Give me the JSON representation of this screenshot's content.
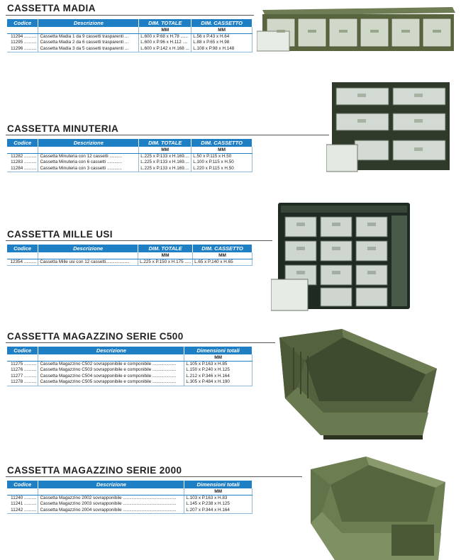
{
  "sections": [
    {
      "id": "madia",
      "title": "CASSETTA MADIA",
      "headers": [
        "Codice",
        "Descrizione",
        "DIM. TOTALE",
        "DIM. CASSETTO"
      ],
      "units": [
        "",
        "",
        "MM",
        "MM"
      ],
      "rows": [
        [
          "11294 ..........",
          "Cassetta Madia 1 da 9 cassetti trasparenti ...",
          "L.600 x P.68 x H.78 ......",
          "L.56 x P.43 x H.64"
        ],
        [
          "11295 ..........",
          "Cassetta Madia 2 da 6 cassetti trasparenti ...",
          "L.600 x P.96 x H.112 ....",
          "L.88 x P.65 x H.98"
        ],
        [
          "11296 ..........",
          "Cassetta Madia 3 da 5 cassetti trasparenti ...",
          "L.600 x P.142 x H.168 ...",
          "L.108 x P.98 x H.148"
        ]
      ]
    },
    {
      "id": "minuteria",
      "title": "CASSETTA MINUTERIA",
      "headers": [
        "Codice",
        "Descrizione",
        "DIM. TOTALE",
        "DIM. CASSETTO"
      ],
      "units": [
        "",
        "",
        "MM",
        "MM"
      ],
      "rows": [
        [
          "11282 ..........",
          "Cassetta Minuteria con 12 cassetti ..........",
          "L.225 x P.133 x H.169....",
          "L.50 x P.115 x H.50"
        ],
        [
          "11283 ..........",
          "Cassetta Minuteria con 6 cassetti ............",
          "L.225 x P.133 x H.169....",
          "L.100 x P.115 x H.50"
        ],
        [
          "11284 ..........",
          "Cassetta Minuteria con 3 cassetti ............",
          "L.225 x P.133 x H.169....",
          "L.220 x P.115 x H.50"
        ]
      ]
    },
    {
      "id": "milleusi",
      "title": "CASSETTA MILLE USI",
      "headers": [
        "Codice",
        "Descrizione",
        "DIM. TOTALE",
        "DIM. CASSETTO"
      ],
      "units": [
        "",
        "",
        "MM",
        "MM"
      ],
      "rows": [
        [
          "12354 ..........",
          "Cassetta Mille usi con 12 cassetti...................",
          "L.225 x P.150 x H.175 .....",
          "L.65 x P.140 x H.65"
        ]
      ]
    },
    {
      "id": "c500",
      "title": "CASSETTA MAGAZZINO SERIE C500",
      "headers": [
        "Codice",
        "Descrizione",
        "Dimensioni totali"
      ],
      "units": [
        "",
        "",
        "MM"
      ],
      "rows": [
        [
          "11275 ..........",
          "Cassetta Magazzino C502 sovrapponibile e componibile ...................",
          "L.105 x P.163 x H.85"
        ],
        [
          "11276 ..........",
          "Cassetta Magazzino C503 sovrapponibile e componibile ...................",
          "L.150 x P.240 x H.125"
        ],
        [
          "11277 ..........",
          "Cassetta Magazzino C504 sovrapponibile e componibile ...................",
          "L.212 x P.346 x H.164"
        ],
        [
          "11278 ..........",
          "Cassetta Magazzino C505 sovrapponibile e componibile ...................",
          "L.305 x P.484 x H.190"
        ]
      ]
    },
    {
      "id": "s2000",
      "title": "CASSETTA MAGAZZINO SERIE 2000",
      "headers": [
        "Codice",
        "Descrizione",
        "Dimensioni totali"
      ],
      "units": [
        "",
        "",
        "MM"
      ],
      "rows": [
        [
          "11240 ..........",
          "Cassetta Magazzino 2002 sovrapponibile ...........................................",
          "L.103 x P.163 x H.83"
        ],
        [
          "11241 ..........",
          "Cassetta Magazzino 2003 sovrapponibile ...........................................",
          "L.145 x P.238 x H.125"
        ],
        [
          "11242 ..........",
          "Cassetta Magazzino 2004 sovrapponibile ...........................................",
          "L.207 x P.344 x H.164"
        ]
      ]
    }
  ],
  "colors": {
    "header_blue": "#1f7fc4",
    "plastic_green": "#4f5f3c",
    "plastic_green_light": "#6f8455",
    "drawer_clear": "#d9e1da"
  }
}
